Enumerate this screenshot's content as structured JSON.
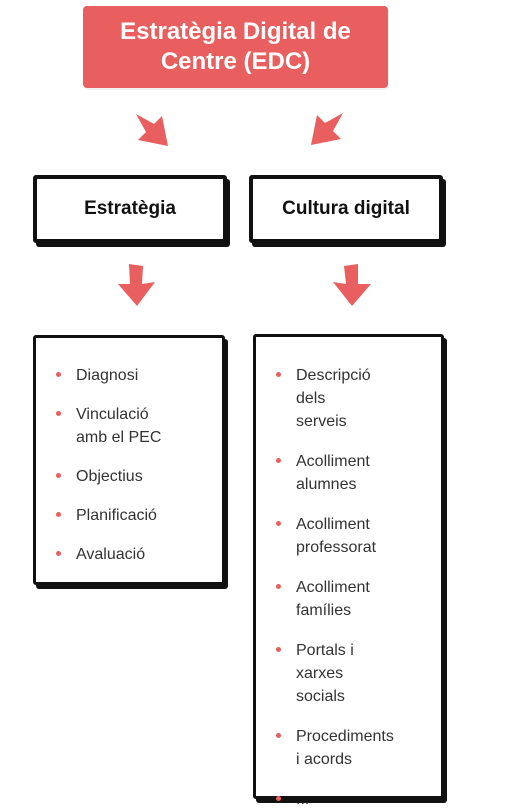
{
  "title": "Estratègia Digital de Centre (EDC)",
  "columns": [
    {
      "heading": "Estratègia",
      "items": [
        "Diagnosi",
        "Vinculació amb el PEC",
        "Objectius",
        "Planificació",
        "Avaluació"
      ]
    },
    {
      "heading": "Cultura digital",
      "items": [
        "Descripció dels serveis",
        "Acolliment alumnes",
        "Acolliment professorat",
        "Acolliment famílies",
        "Portals i xarxes socials",
        "Procediments i acords",
        "..."
      ]
    }
  ],
  "colors": {
    "accent": "#e95f5f",
    "ink": "#111111",
    "background": "#ffffff"
  }
}
